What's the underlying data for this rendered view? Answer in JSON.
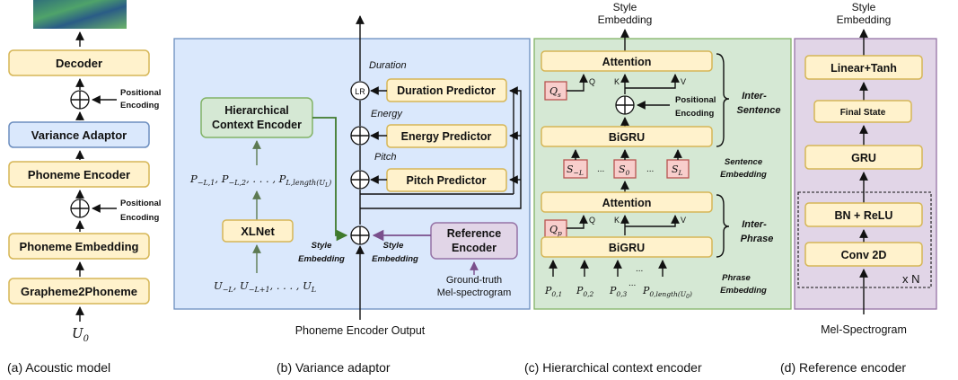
{
  "colors": {
    "yellow_fill": "#fff2cc",
    "yellow_stroke": "#d6b656",
    "blue_fill": "#dae8fc",
    "blue_stroke": "#6c8ebf",
    "green_fill": "#d5e8d4",
    "green_stroke": "#82b366",
    "purple_fill": "#e1d5e7",
    "purple_stroke": "#9673a6",
    "red_fill": "#f8cecc",
    "red_stroke": "#b85450"
  },
  "captions": {
    "a": "(a) Acoustic model",
    "b": "(b) Variance adaptor",
    "c": "(c) Hierarchical context encoder",
    "d": "(d) Reference encoder"
  },
  "acoustic": {
    "decoder": "Decoder",
    "variance_adaptor": "Variance Adaptor",
    "phoneme_encoder": "Phoneme Encoder",
    "phoneme_embedding": "Phoneme Embedding",
    "g2p": "Grapheme2Phoneme",
    "pos_enc_1": "Positional",
    "pos_enc_2": "Encoding",
    "input": "U0"
  },
  "variance": {
    "hce_1": "Hierarchical",
    "hce_2": "Context Encoder",
    "xlnet": "XLNet",
    "ref_1": "Reference",
    "ref_2": "Encoder",
    "duration_predictor": "Duration Predictor",
    "energy_predictor": "Energy Predictor",
    "pitch_predictor": "Pitch Predictor",
    "duration": "Duration",
    "energy": "Energy",
    "pitch": "Pitch",
    "lr": "LR",
    "style_1": "Style",
    "style_2": "Embedding",
    "gt_1": "Ground-truth",
    "gt_2": "Mel-spectrogram",
    "bottom": "Phoneme Encoder Output",
    "p_seq": "P−L,1, P−L,2, . . . , PL,length(UL)",
    "u_seq": "U−L, U−L+1, . . . , UL"
  },
  "hier": {
    "style_1": "Style",
    "style_2": "Embedding",
    "attention": "Attention",
    "bigru": "BiGRU",
    "inter_sentence_1": "Inter-",
    "inter_sentence_2": "Sentence",
    "inter_phrase_1": "Inter-",
    "inter_phrase_2": "Phrase",
    "pos_1": "Positional",
    "pos_2": "Encoding",
    "sent_emb_1": "Sentence",
    "sent_emb_2": "Embedding",
    "phrase_emb_1": "Phrase",
    "phrase_emb_2": "Embedding",
    "q": "Q",
    "k": "K",
    "v": "V",
    "dots": "...",
    "qs": "Qs",
    "qp": "Qp",
    "s_minus_l": "S−L",
    "s0": "S0",
    "sl": "SL",
    "p01": "P0,1",
    "p02": "P0,2",
    "p03": "P0,3",
    "p0len": "P0,length(U0)"
  },
  "reference": {
    "style_1": "Style",
    "style_2": "Embedding",
    "linear_tanh": "Linear+Tanh",
    "final_state": "Final State",
    "gru": "GRU",
    "bn_relu": "BN + ReLU",
    "conv2d": "Conv 2D",
    "times_n": "x N",
    "input": "Mel-Spectrogram"
  }
}
